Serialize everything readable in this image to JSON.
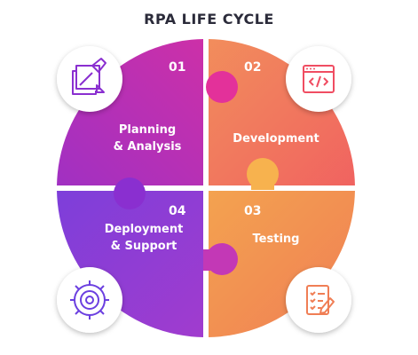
{
  "title": "RPA LIFE CYCLE",
  "stages": [
    {
      "number": "01",
      "label_line1": "Planning",
      "label_line2": "& Analysis",
      "icon": "blueprint-pencil-icon",
      "color_from": "#8a2fd0",
      "color_to": "#e3319a"
    },
    {
      "number": "02",
      "label_line1": "Development",
      "label_line2": "",
      "icon": "code-window-icon",
      "color_from": "#f2a35a",
      "color_to": "#f04d62"
    },
    {
      "number": "03",
      "label_line1": "Testing",
      "label_line2": "",
      "icon": "checklist-pencil-icon",
      "color_from": "#f7c84a",
      "color_to": "#f07e55"
    },
    {
      "number": "04",
      "label_line1": "Deployment",
      "label_line2": "& Support",
      "icon": "gear-cycle-icon",
      "color_from": "#6b3fe0",
      "color_to": "#b33bc8"
    }
  ]
}
